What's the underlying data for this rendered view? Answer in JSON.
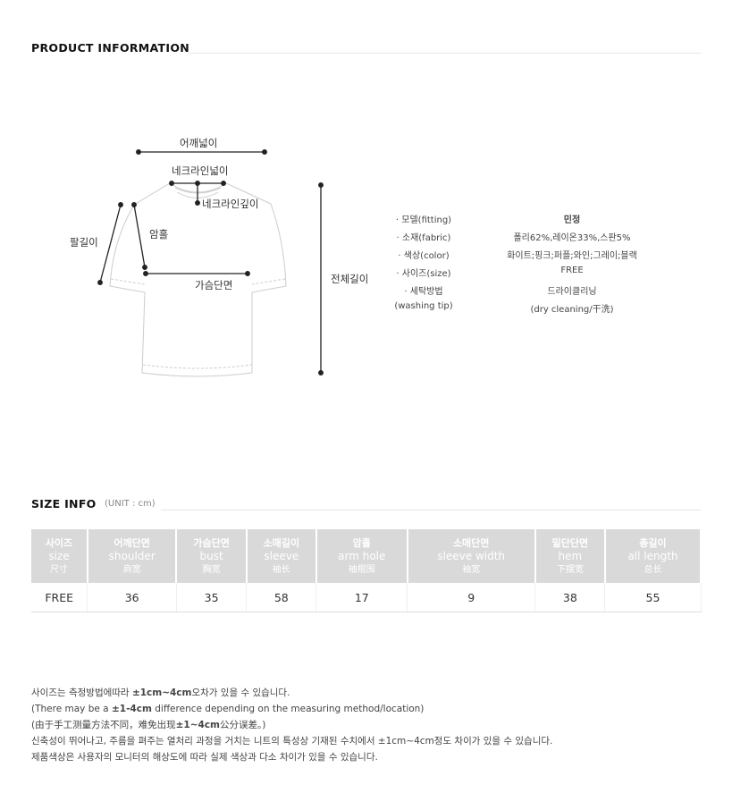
{
  "product_info": {
    "title": "PRODUCT INFORMATION",
    "diagram_labels": {
      "shoulder": "어깨넓이",
      "neck_width": "네크라인넓이",
      "neck_depth": "네크라인깊이",
      "arm_hole": "암홀",
      "sleeve": "팔길이",
      "bust": "가슴단면",
      "length": "전체길이"
    },
    "rows": [
      {
        "label": "· 모델(fitting)",
        "value": "민정"
      },
      {
        "label": "· 소재(fabric)",
        "value": "폴리62%,레이온33%,스판5%"
      },
      {
        "label": "· 색상(color)",
        "value": "화이트;핑크;퍼플;와인;그레이;블랙"
      },
      {
        "label": "· 사이즈(size)",
        "value": "FREE"
      },
      {
        "label": "· 세탁방법",
        "value": "드라이클리닝"
      },
      {
        "label": "(washing tip)",
        "value": "(dry cleaning/干洗)"
      }
    ]
  },
  "size_info": {
    "title": "SIZE INFO",
    "unit": "(UNIT : cm)",
    "headers": [
      {
        "ko": "사이즈",
        "en": "size",
        "cn": "尺寸"
      },
      {
        "ko": "어깨단면",
        "en": "shoulder",
        "cn": "肩宽"
      },
      {
        "ko": "가슴단면",
        "en": "bust",
        "cn": "胸宽"
      },
      {
        "ko": "소매길이",
        "en": "sleeve",
        "cn": "袖长"
      },
      {
        "ko": "암홀",
        "en": "arm hole",
        "cn": "袖棍围"
      },
      {
        "ko": "소매단면",
        "en": "sleeve width",
        "cn": "袖宽"
      },
      {
        "ko": "밑단단면",
        "en": "hem",
        "cn": "下摆宽"
      },
      {
        "ko": "총길이",
        "en": "all length",
        "cn": "总长"
      }
    ],
    "row": [
      "FREE",
      "36",
      "35",
      "58",
      "17",
      "9",
      "38",
      "55"
    ]
  },
  "notes": {
    "l1a": "사이즈는 측정방법에따라 ",
    "l1b": "±1cm~4cm",
    "l1c": "오차가 있을 수 있습니다.",
    "l2a": "(There may be a ",
    "l2b": "±1-4cm",
    "l2c": " difference depending on the measuring method/location)",
    "l3a": "(由于手工测量方法不同，难免出现",
    "l3b": "±1~4cm",
    "l3c": "公分误差。)",
    "l4": "신축성이 뛰어나고, 주름을 펴주는 열처리 과정을 거치는 니트의 특성상 기재된 수치에서 ±1cm~4cm정도 차이가 있을 수 있습니다.",
    "l5": "제품색상은 사용자의 모니터의 해상도에 따라 실제 색상과 다소 차이가 있을 수 있습니다."
  }
}
